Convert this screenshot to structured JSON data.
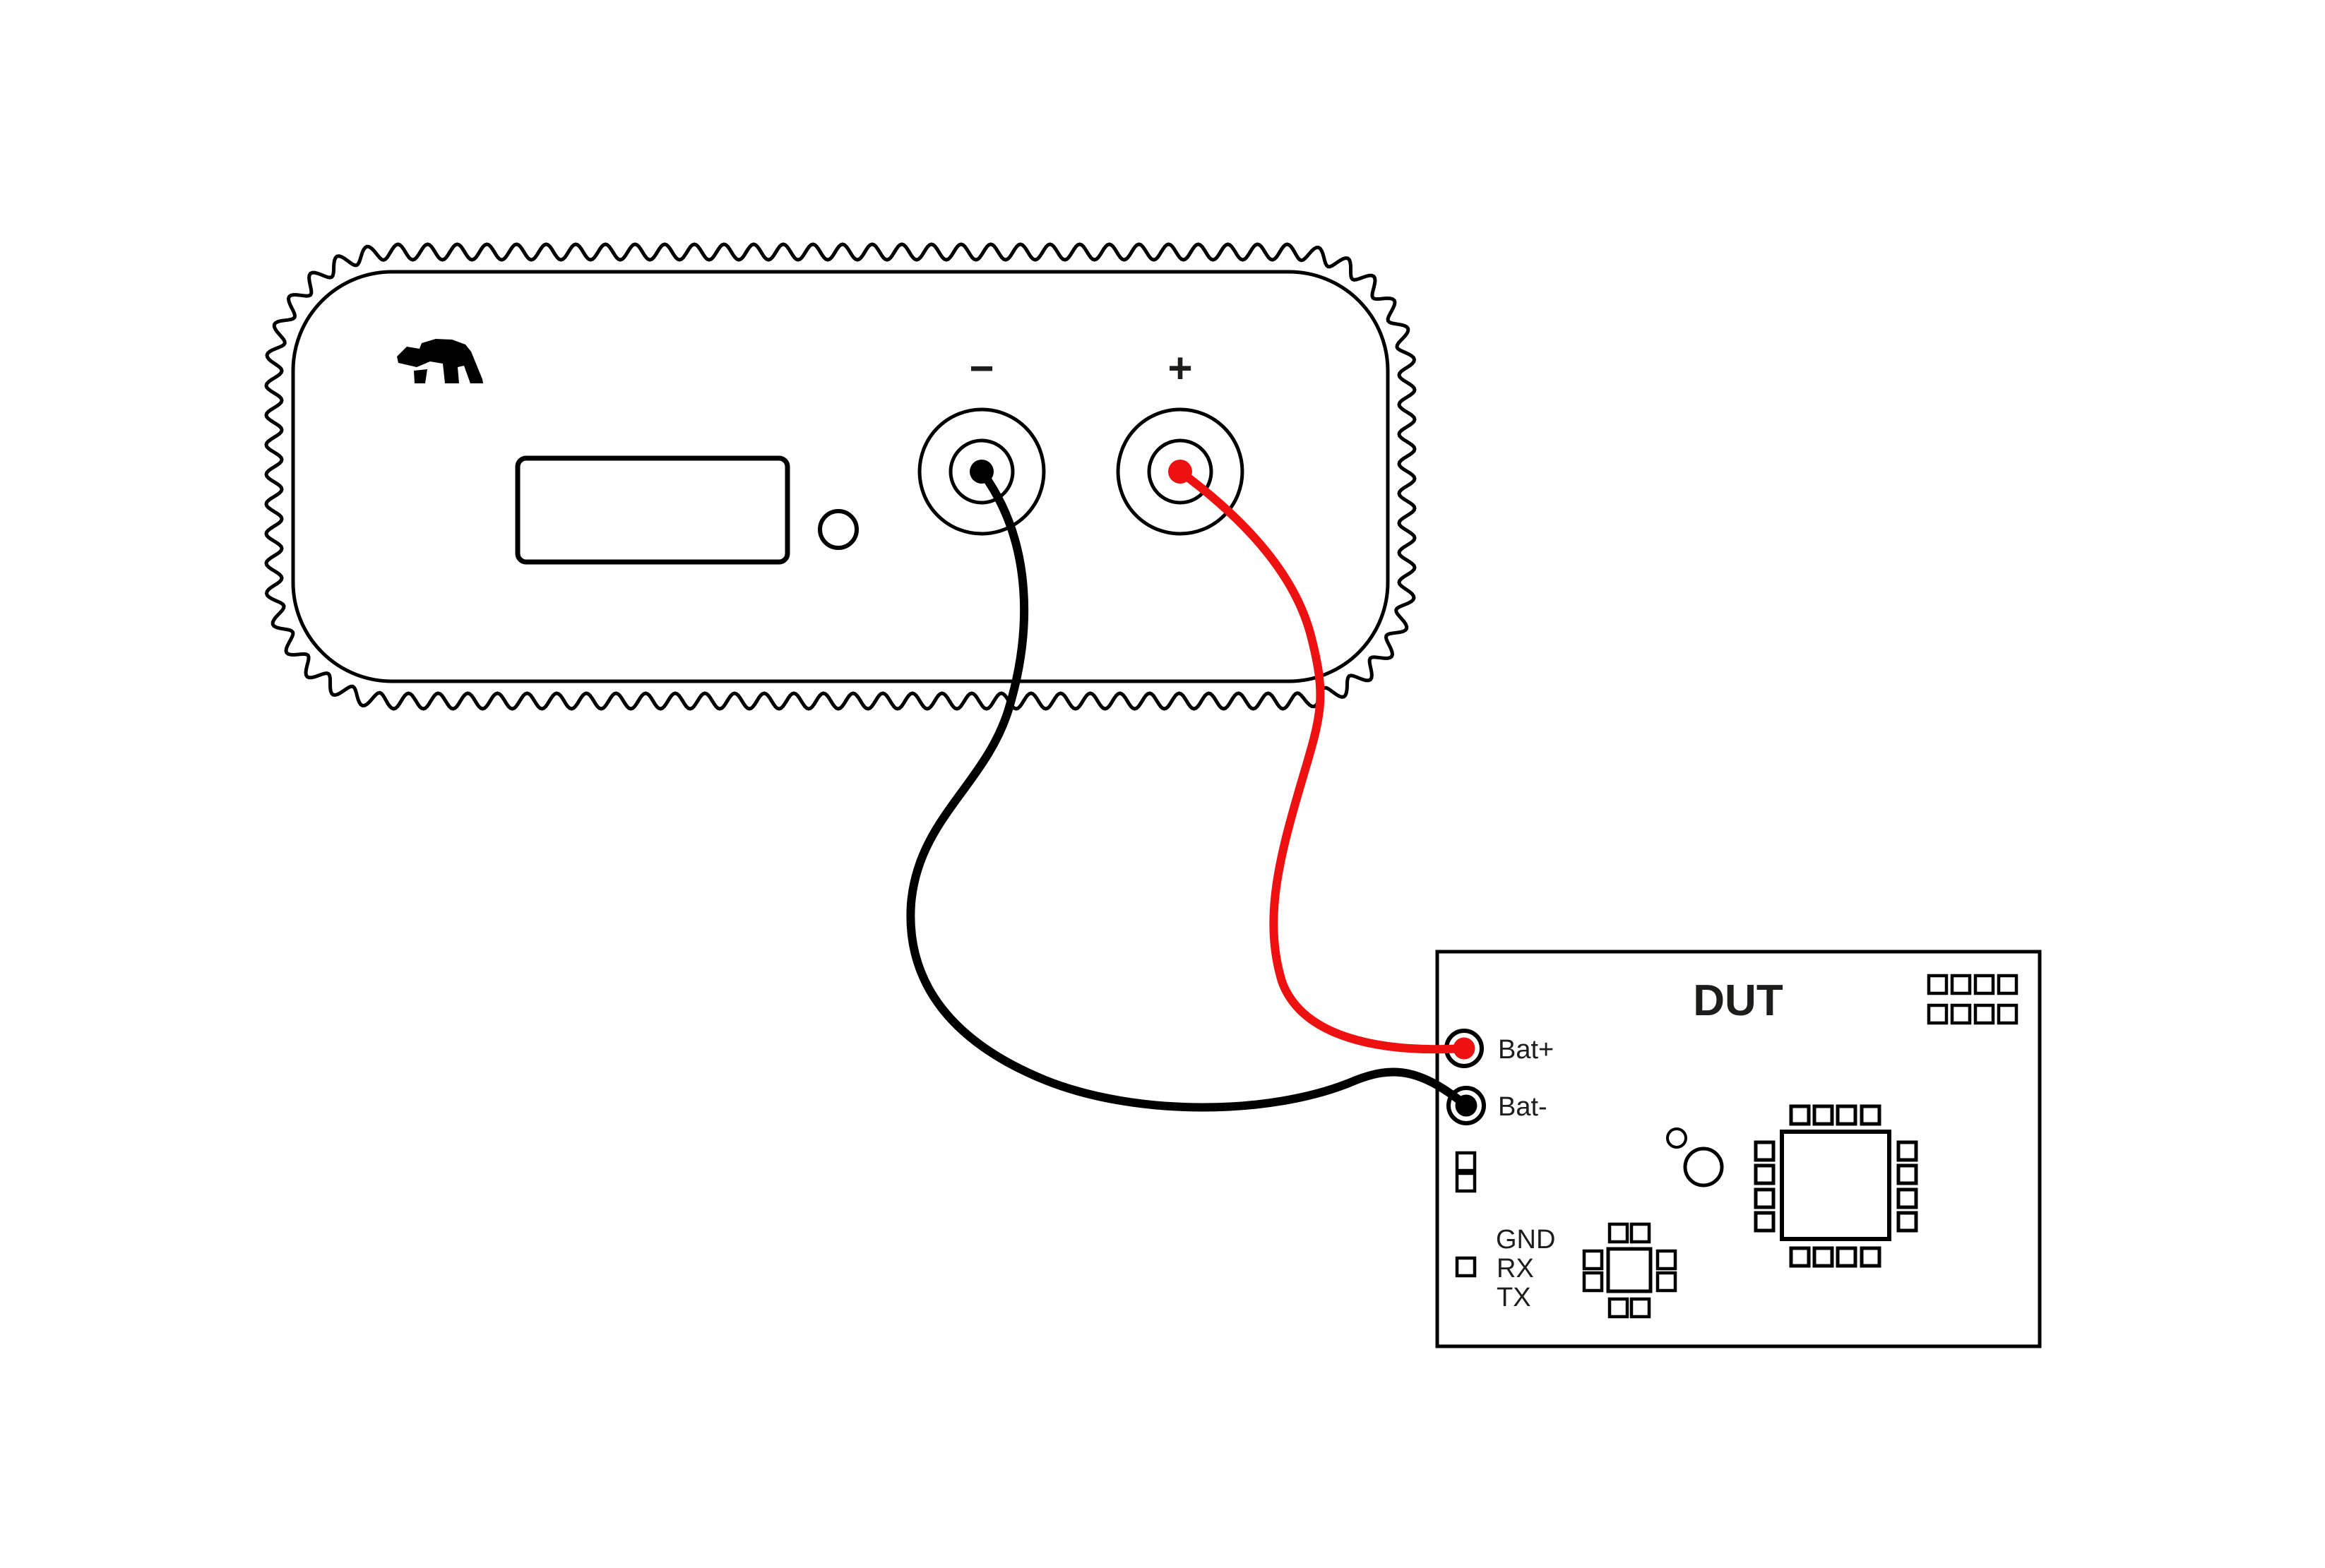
{
  "device": {
    "name": "power-supply-unit",
    "logo_icon": "bear",
    "terminals": {
      "negative": "−",
      "positive": "+"
    }
  },
  "wires": {
    "positive_color": "#ee1111",
    "negative_color": "#000000",
    "positive_from": "+",
    "positive_to": "Bat+",
    "negative_from": "−",
    "negative_to": "Bat-"
  },
  "board": {
    "title": "DUT",
    "bat_plus_label": "Bat+",
    "bat_minus_label": "Bat-",
    "gnd_label": "GND",
    "rx_label": "RX",
    "tx_label": "TX"
  }
}
